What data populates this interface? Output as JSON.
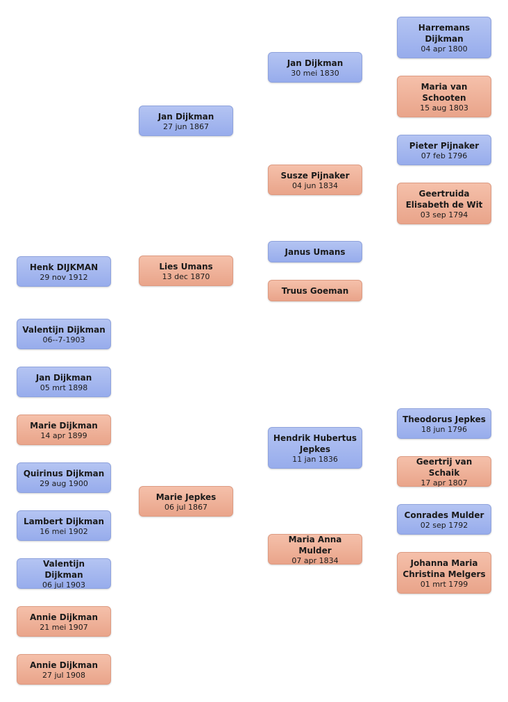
{
  "tree": {
    "p_henk": {
      "name": "Henk DIJKMAN",
      "date": "29 nov 1912",
      "sex": "m"
    },
    "p_valentijn1": {
      "name": "Valentijn Dijkman",
      "date": "06--7-1903",
      "sex": "m"
    },
    "p_jan_1898": {
      "name": "Jan Dijkman",
      "date": "05 mrt 1898",
      "sex": "m"
    },
    "p_marie_1899": {
      "name": "Marie Dijkman",
      "date": "14 apr 1899",
      "sex": "f"
    },
    "p_quirinus": {
      "name": "Quirinus Dijkman",
      "date": "29 aug 1900",
      "sex": "m"
    },
    "p_lambert": {
      "name": "Lambert Dijkman",
      "date": "16 mei 1902",
      "sex": "m"
    },
    "p_valentijn2": {
      "name": "Valentijn  Dijkman",
      "date": "06 jul 1903",
      "sex": "m"
    },
    "p_annie_1907": {
      "name": "Annie Dijkman",
      "date": "21 mei 1907",
      "sex": "f"
    },
    "p_annie_1908": {
      "name": "Annie Dijkman",
      "date": "27 jul 1908",
      "sex": "f"
    },
    "p_jan_1867": {
      "name": "Jan Dijkman",
      "date": "27 jun 1867",
      "sex": "m"
    },
    "p_lies": {
      "name": "Lies Umans",
      "date": "13 dec 1870",
      "sex": "f"
    },
    "p_marie_jepkes": {
      "name": "Marie Jepkes",
      "date": "06 jul 1867",
      "sex": "f"
    },
    "p_jan_1830": {
      "name": "Jan Dijkman",
      "date": "30 mei 1830",
      "sex": "m"
    },
    "p_susze": {
      "name": "Susze Pijnaker",
      "date": "04 jun 1834",
      "sex": "f"
    },
    "p_janus": {
      "name": "Janus Umans",
      "date": "",
      "sex": "m"
    },
    "p_truus": {
      "name": "Truus Goeman",
      "date": "",
      "sex": "f"
    },
    "p_hendrik": {
      "name": "Hendrik Hubertus Jepkes",
      "date": "11 jan 1836",
      "sex": "m"
    },
    "p_maria_anna": {
      "name": "Maria Anna Mulder",
      "date": "07 apr 1834",
      "sex": "f"
    },
    "p_harremans": {
      "name": "Harremans Dijkman",
      "date": "04 apr 1800",
      "sex": "m"
    },
    "p_maria_schooten": {
      "name": "Maria van Schooten",
      "date": "15 aug 1803",
      "sex": "f"
    },
    "p_pieter": {
      "name": "Pieter Pijnaker",
      "date": "07 feb 1796",
      "sex": "m"
    },
    "p_geertruida": {
      "name": "Geertruida Elisabeth de Wit",
      "date": "03 sep 1794",
      "sex": "f"
    },
    "p_theodorus": {
      "name": "Theodorus Jepkes",
      "date": "18 jun 1796",
      "sex": "m"
    },
    "p_geertrij": {
      "name": "Geertrij van Schaik",
      "date": "17 apr 1807",
      "sex": "f"
    },
    "p_conrades": {
      "name": "Conrades Mulder",
      "date": "02 sep 1792",
      "sex": "m"
    },
    "p_johanna": {
      "name": "Johanna Maria Christina Melgers",
      "date": "01 mrt 1799",
      "sex": "f"
    }
  }
}
